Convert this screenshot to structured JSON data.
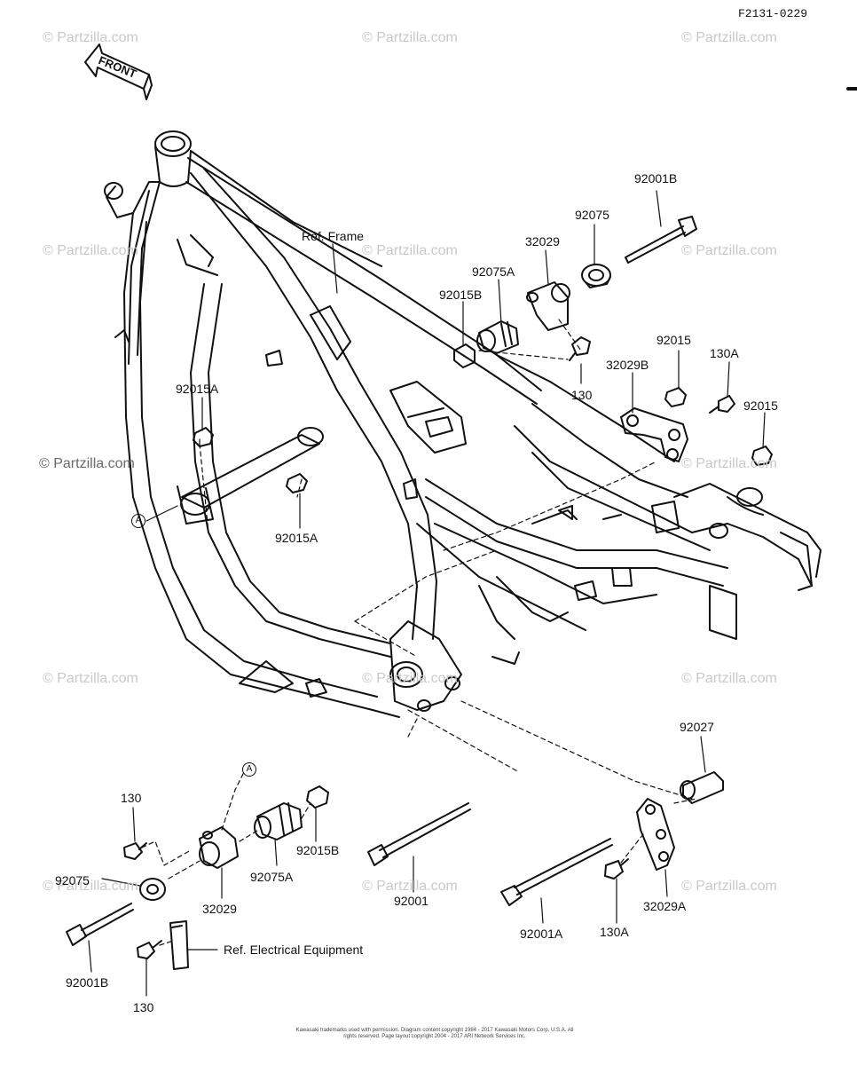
{
  "diagram_code": "F2131-0229",
  "front_arrow": "FRONT",
  "watermarks": [
    "© Partzilla.com",
    "© Partzilla.com",
    "© Partzilla.com",
    "© Partzilla.com",
    "© Partzilla.com",
    "© Partzilla.com",
    "© Partzilla.com",
    "© Partzilla.com",
    "© Partzilla.com",
    "© Partzilla.com",
    "© Partzilla.com",
    "© Partzilla.com",
    "© Partzilla.com",
    "© Partzilla.com"
  ],
  "callouts": {
    "ref_frame": "Ref. Frame",
    "ref_electrical": "Ref. Electrical Equipment",
    "a_marker_left": "A",
    "a_marker_bottom": "A"
  },
  "parts": {
    "p92001B_top": "92001B",
    "p92075_top": "92075",
    "p32029_top": "32029",
    "p92075A_top": "92075A",
    "p92015B_top": "92015B",
    "p130_top": "130",
    "p92015_mid": "92015",
    "p130A_top": "130A",
    "p32029B": "32029B",
    "p92015_right": "92015",
    "p92015A_upper": "92015A",
    "p92015A_lower": "92015A",
    "p92027": "92027",
    "p130_bl": "130",
    "p92015B_bl": "92015B",
    "p92075_bl": "92075",
    "p32029_bl": "32029",
    "p92075A_bl": "92075A",
    "p92001": "92001",
    "p92001A": "92001A",
    "p130A_br": "130A",
    "p32029A": "32029A",
    "p92001B_bl": "92001B",
    "p130_bottom": "130"
  },
  "footer_text": "Kawasaki trademarks used with permission. Diagram content copyright 1984 - 2017 Kawasaki Motors Corp. U.S.A. All rights reserved. Page layout copyright 2004 - 2017 ARI Network Services Inc."
}
